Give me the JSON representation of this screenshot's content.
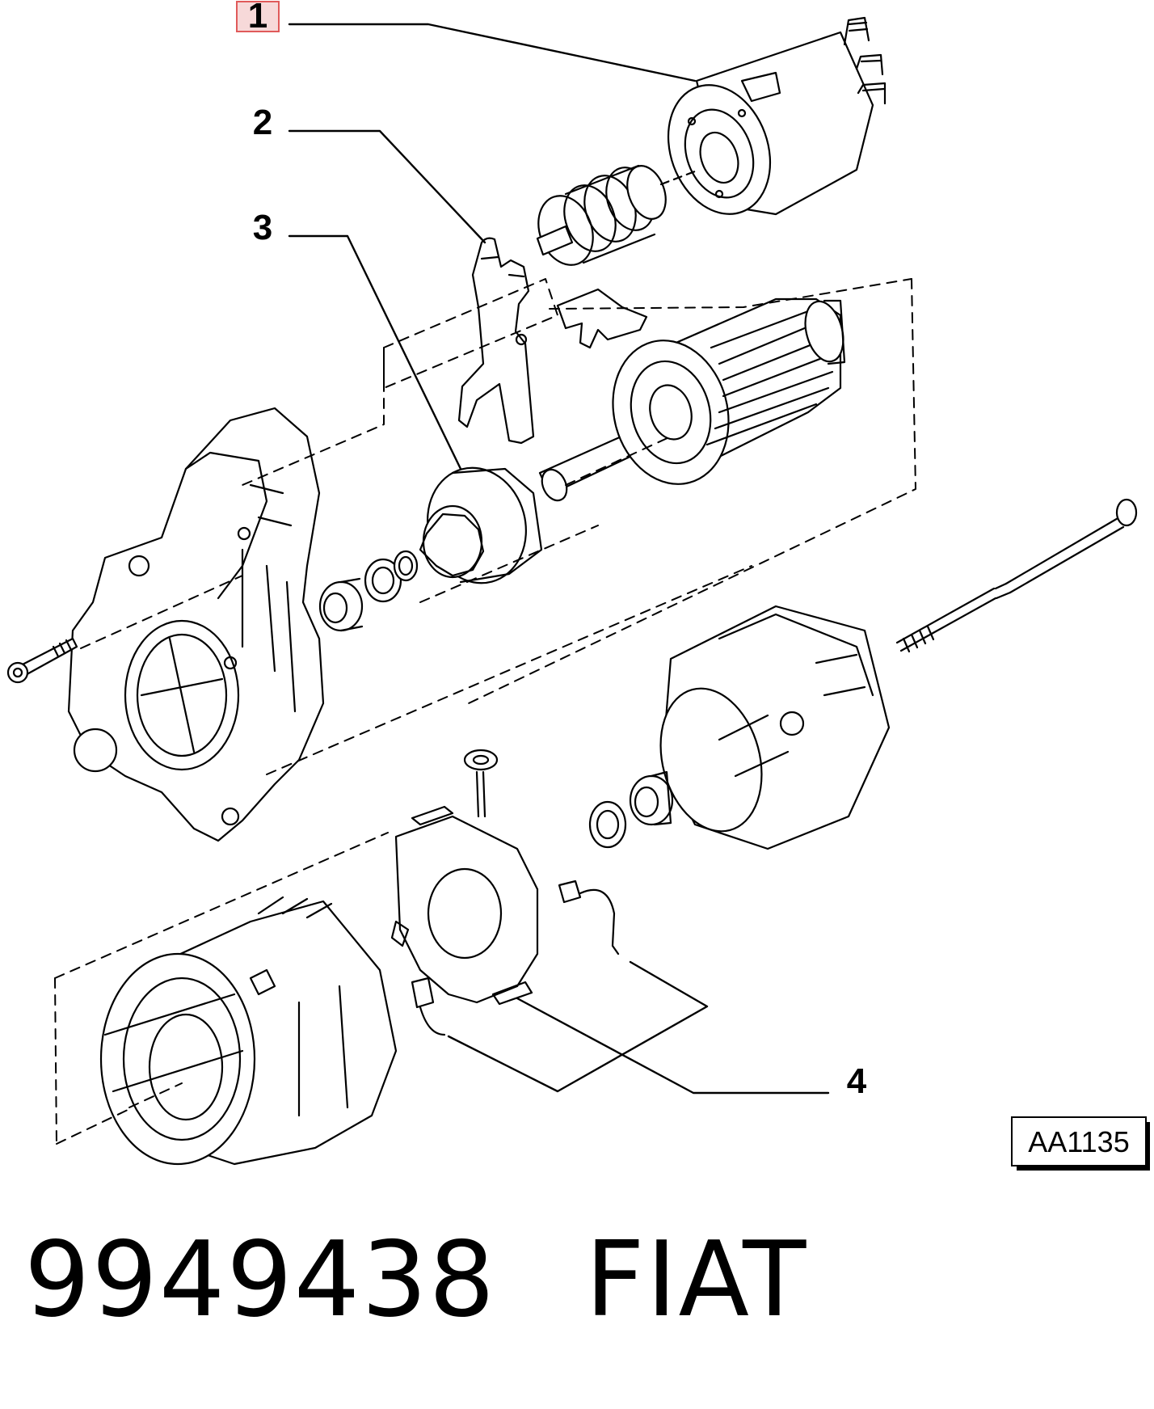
{
  "diagram": {
    "callouts": [
      {
        "id": "1",
        "label": "1",
        "highlighted": true
      },
      {
        "id": "2",
        "label": "2",
        "highlighted": false
      },
      {
        "id": "3",
        "label": "3",
        "highlighted": false
      },
      {
        "id": "4",
        "label": "4",
        "highlighted": false
      }
    ],
    "reference_code": "AA1135",
    "highlight_color": "#e05a5a",
    "highlight_fill": "#f7d9d9"
  },
  "caption": {
    "part_number": "9949438",
    "brand": "FIAT"
  }
}
